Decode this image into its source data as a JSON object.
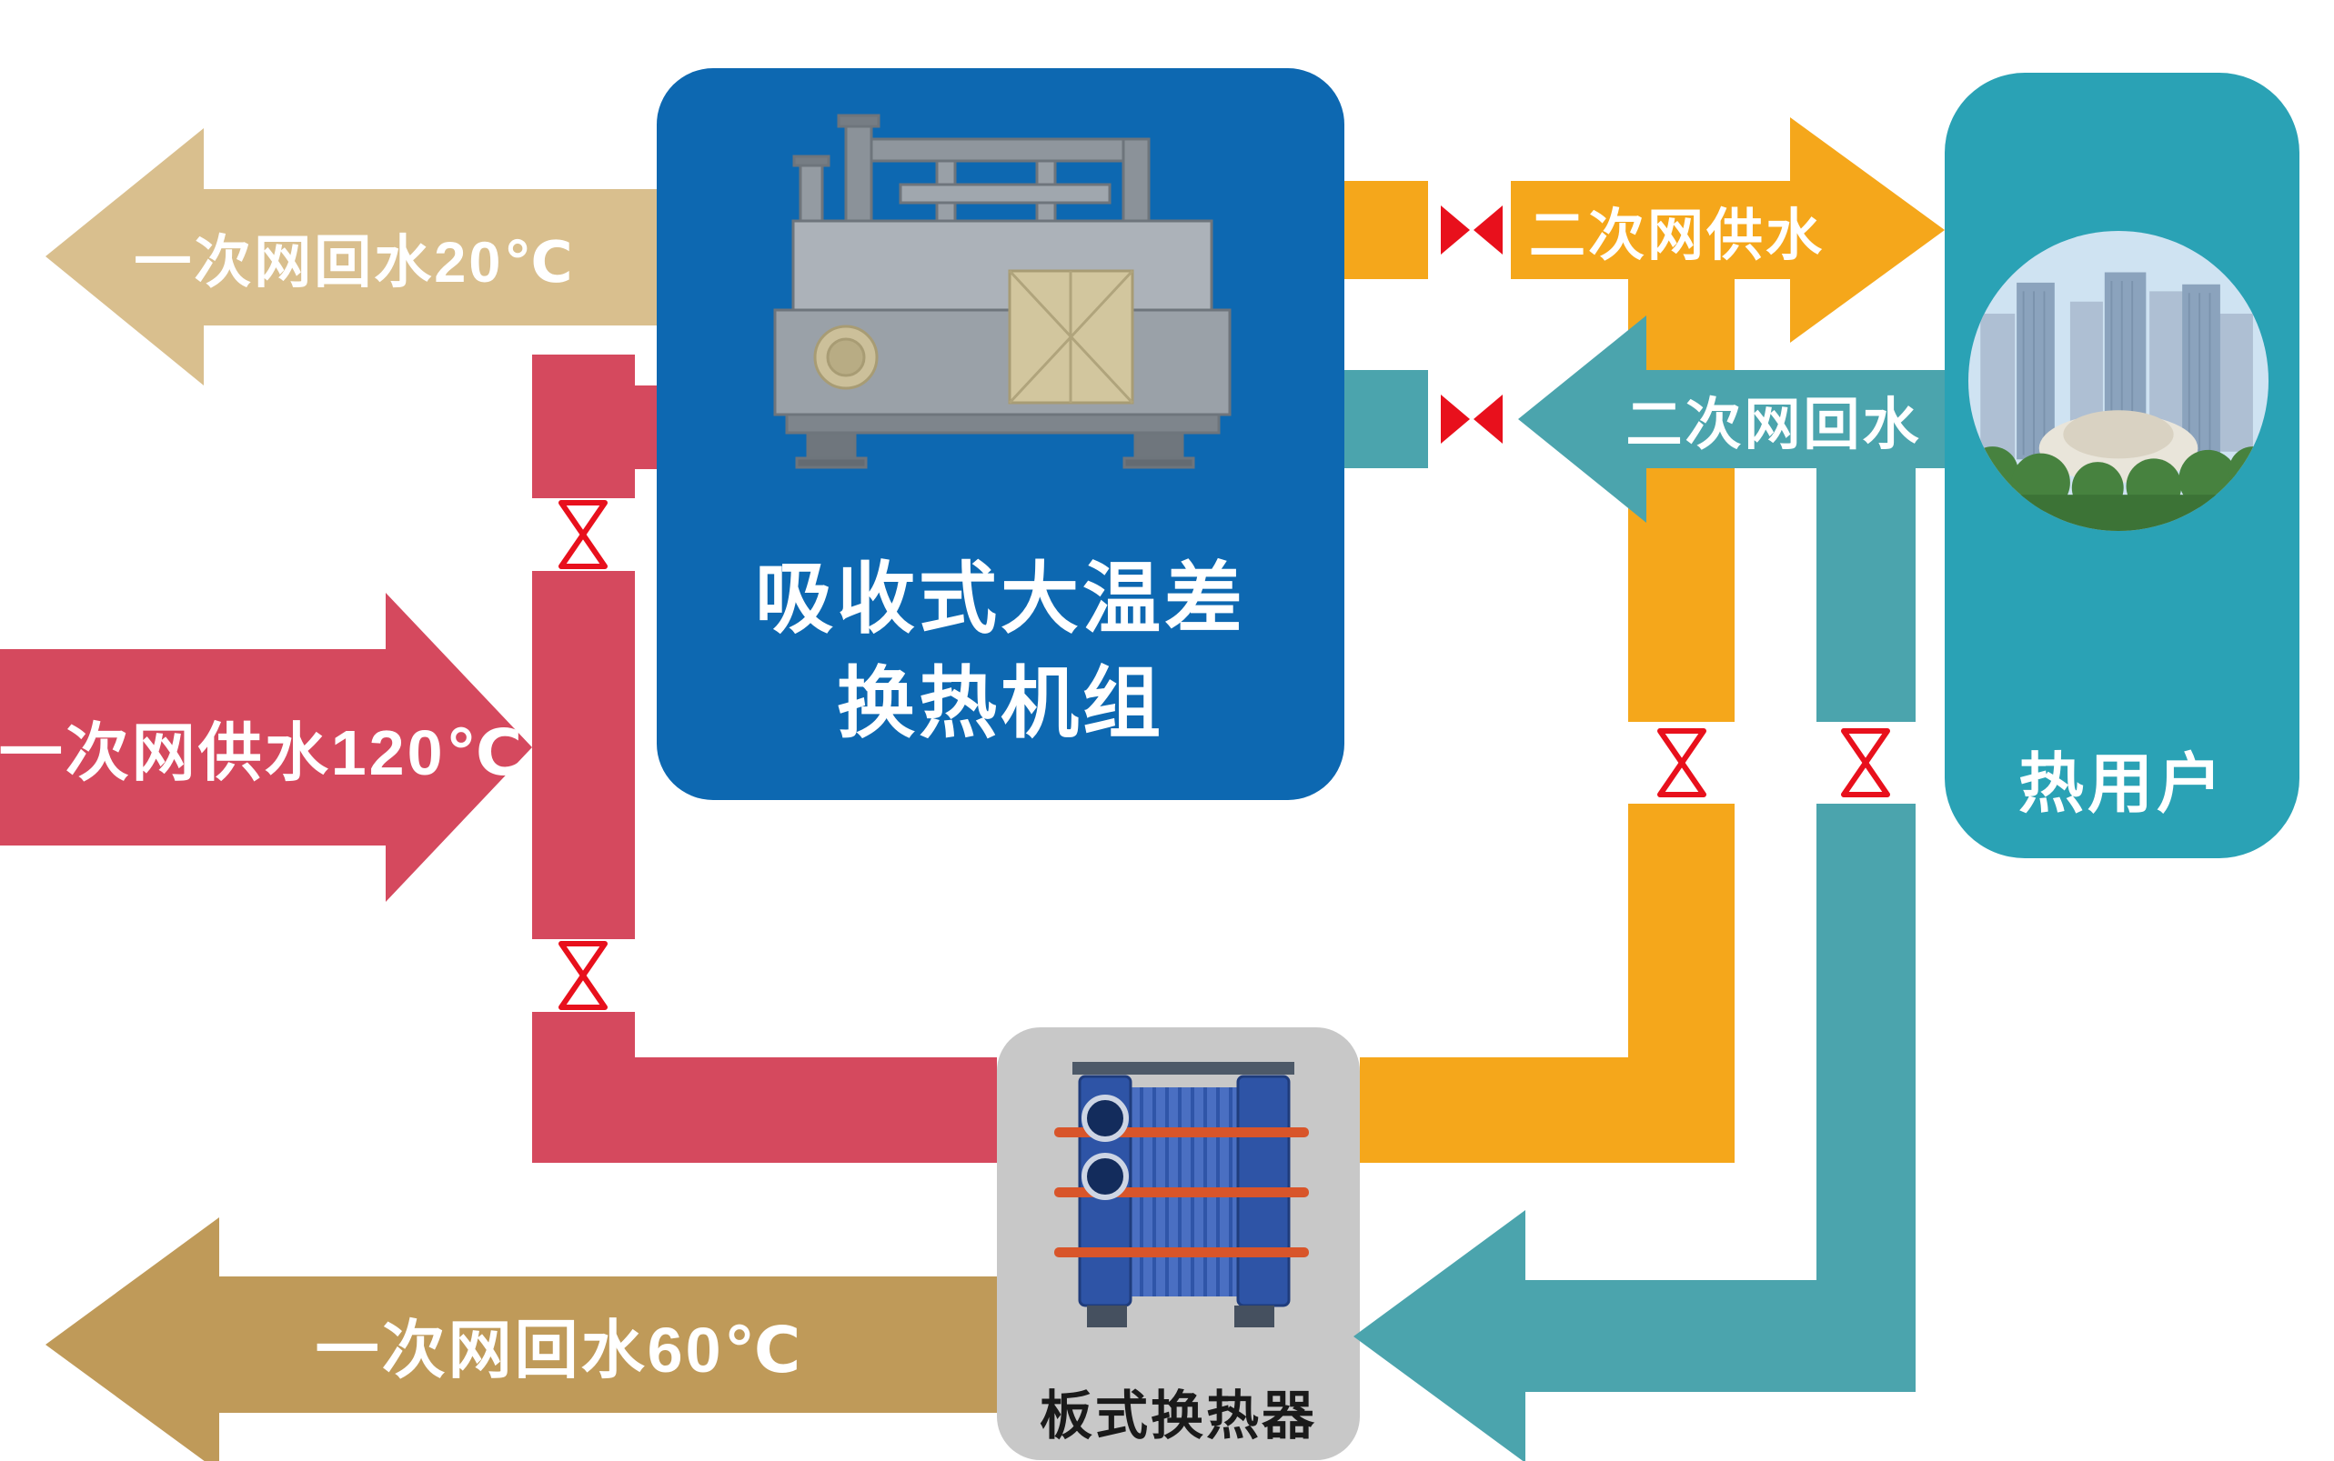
{
  "colors": {
    "tan": "#d9bf8e",
    "red": "#d5495e",
    "brown": "#bf9a59",
    "blue": "#0d68b1",
    "orange": "#f5a71b",
    "teal": "#4ba4ad",
    "teal_box": "#2aa2b5",
    "gray_box": "#c8c8c8",
    "valve": "#e8101c",
    "plate_text": "#1a1a1a"
  },
  "flows": {
    "primary_return_20": "一次网回水20℃",
    "primary_supply_120": "一次网供水120℃",
    "primary_return_60": "一次网回水60℃",
    "secondary_supply": "二次网供水",
    "secondary_return": "二次网回水"
  },
  "nodes": {
    "unit_line1": "吸收式大温差",
    "unit_line2": "换热机组",
    "heat_user": "热用户",
    "plate_hx": "板式换热器"
  }
}
